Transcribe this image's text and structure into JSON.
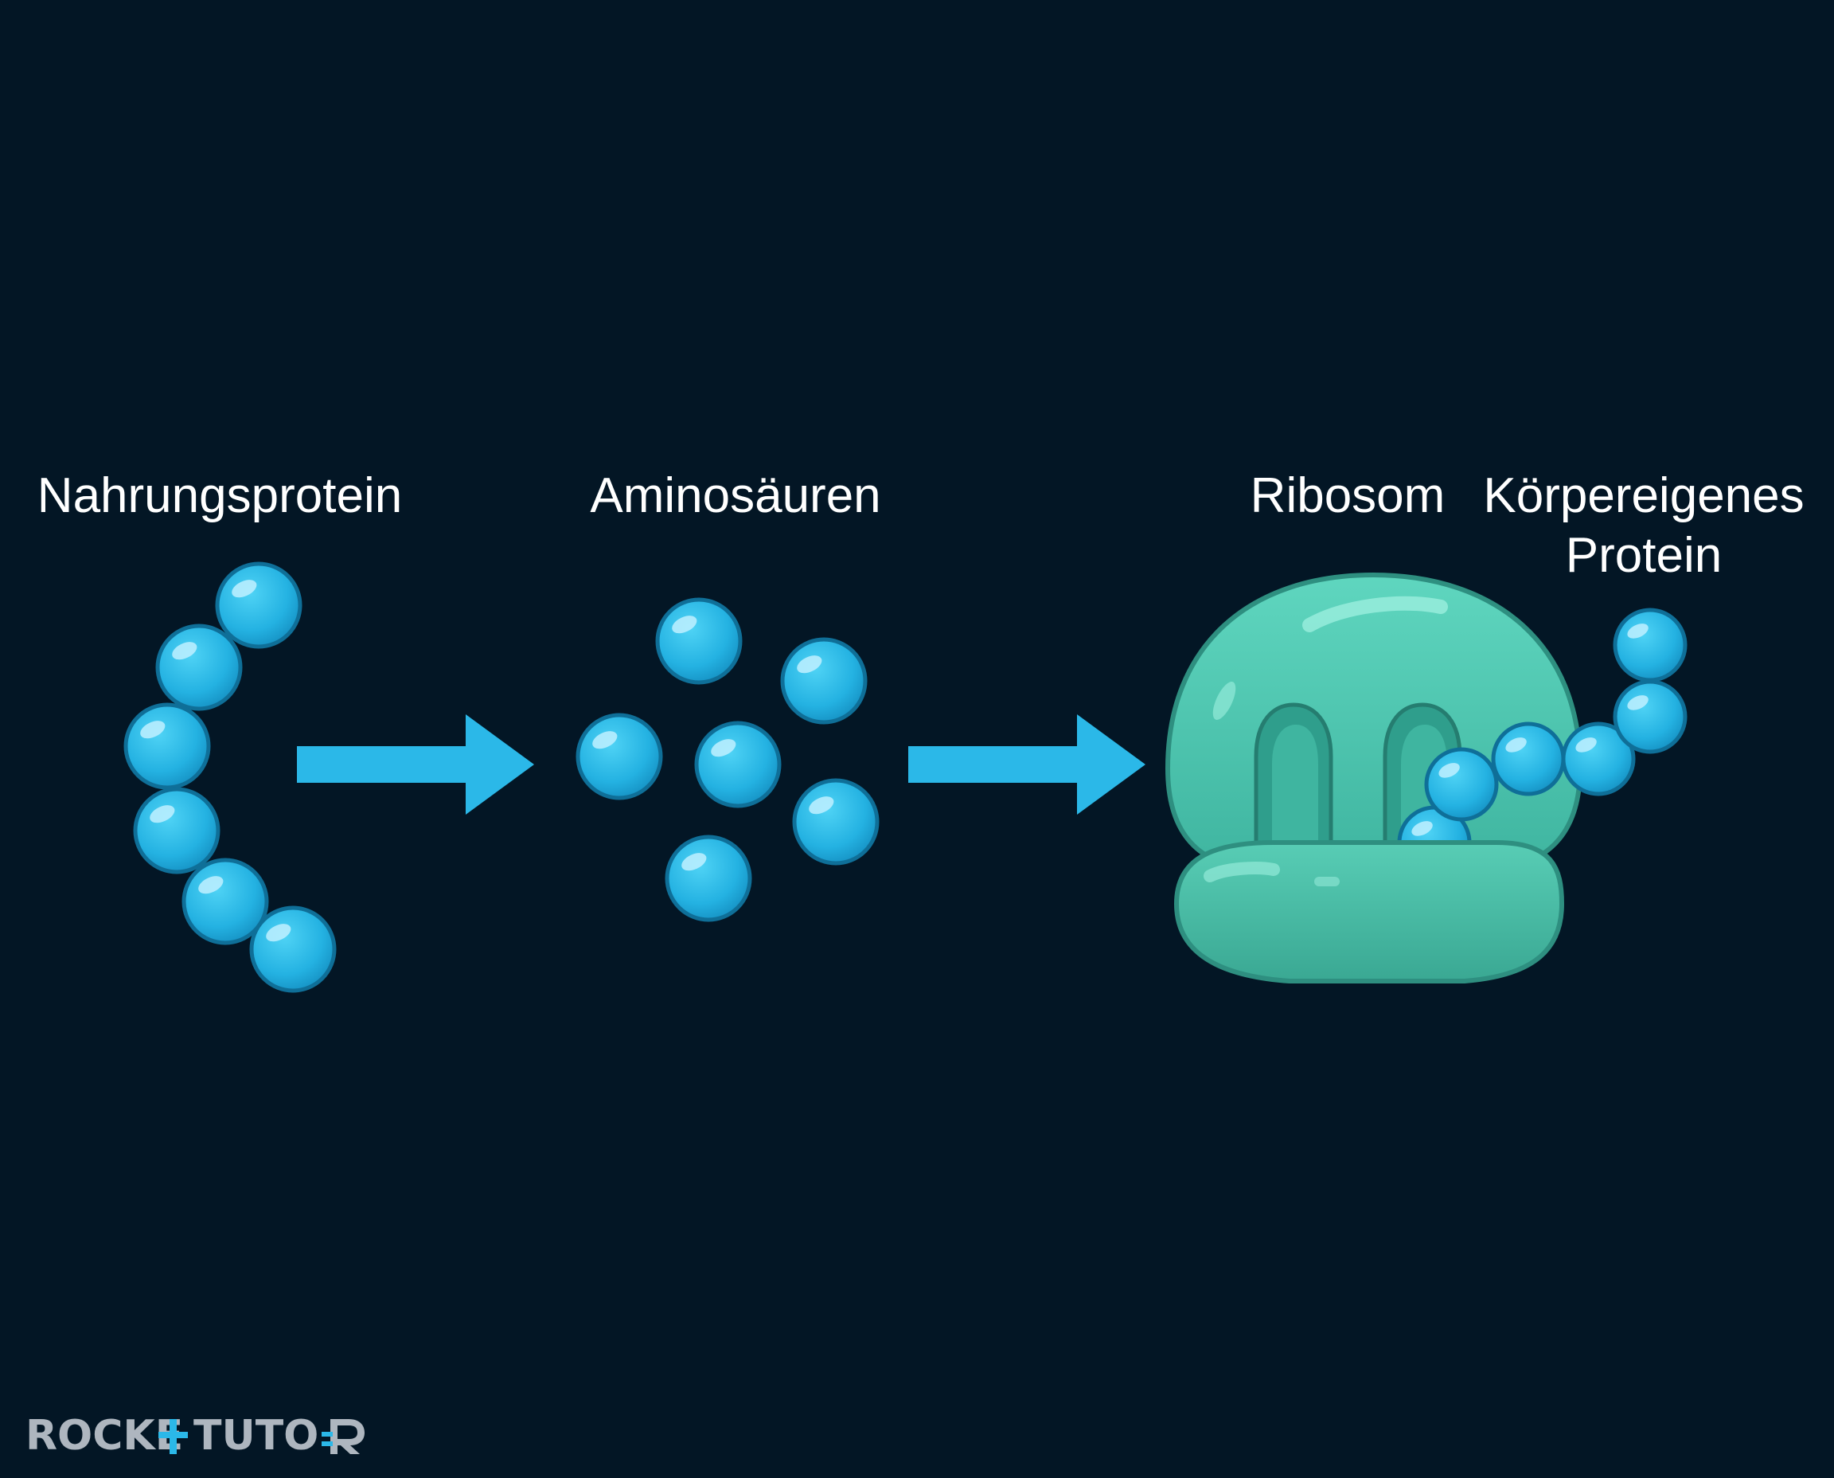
{
  "labels": {
    "food_protein": "Nahrungsprotein",
    "amino_acids": "Aminosäuren",
    "ribosome": "Ribosom",
    "body_protein_line1": "Körpereigenes",
    "body_protein_line2": "Protein"
  },
  "logo": {
    "text": "ROCKETTUTOR",
    "part1": "ROCKE",
    "part2": "TUTO"
  },
  "colors": {
    "background": "#031625",
    "bead": "#29b9e6",
    "bead_stroke": "#0f6f98",
    "arrow": "#2bb8e8",
    "ribosome": "#4fc8b0",
    "ribosome_stroke": "#2e8f80",
    "label": "#ffffff",
    "logo": "#aeb6bf",
    "logo_accent": "#2bb8e8"
  }
}
